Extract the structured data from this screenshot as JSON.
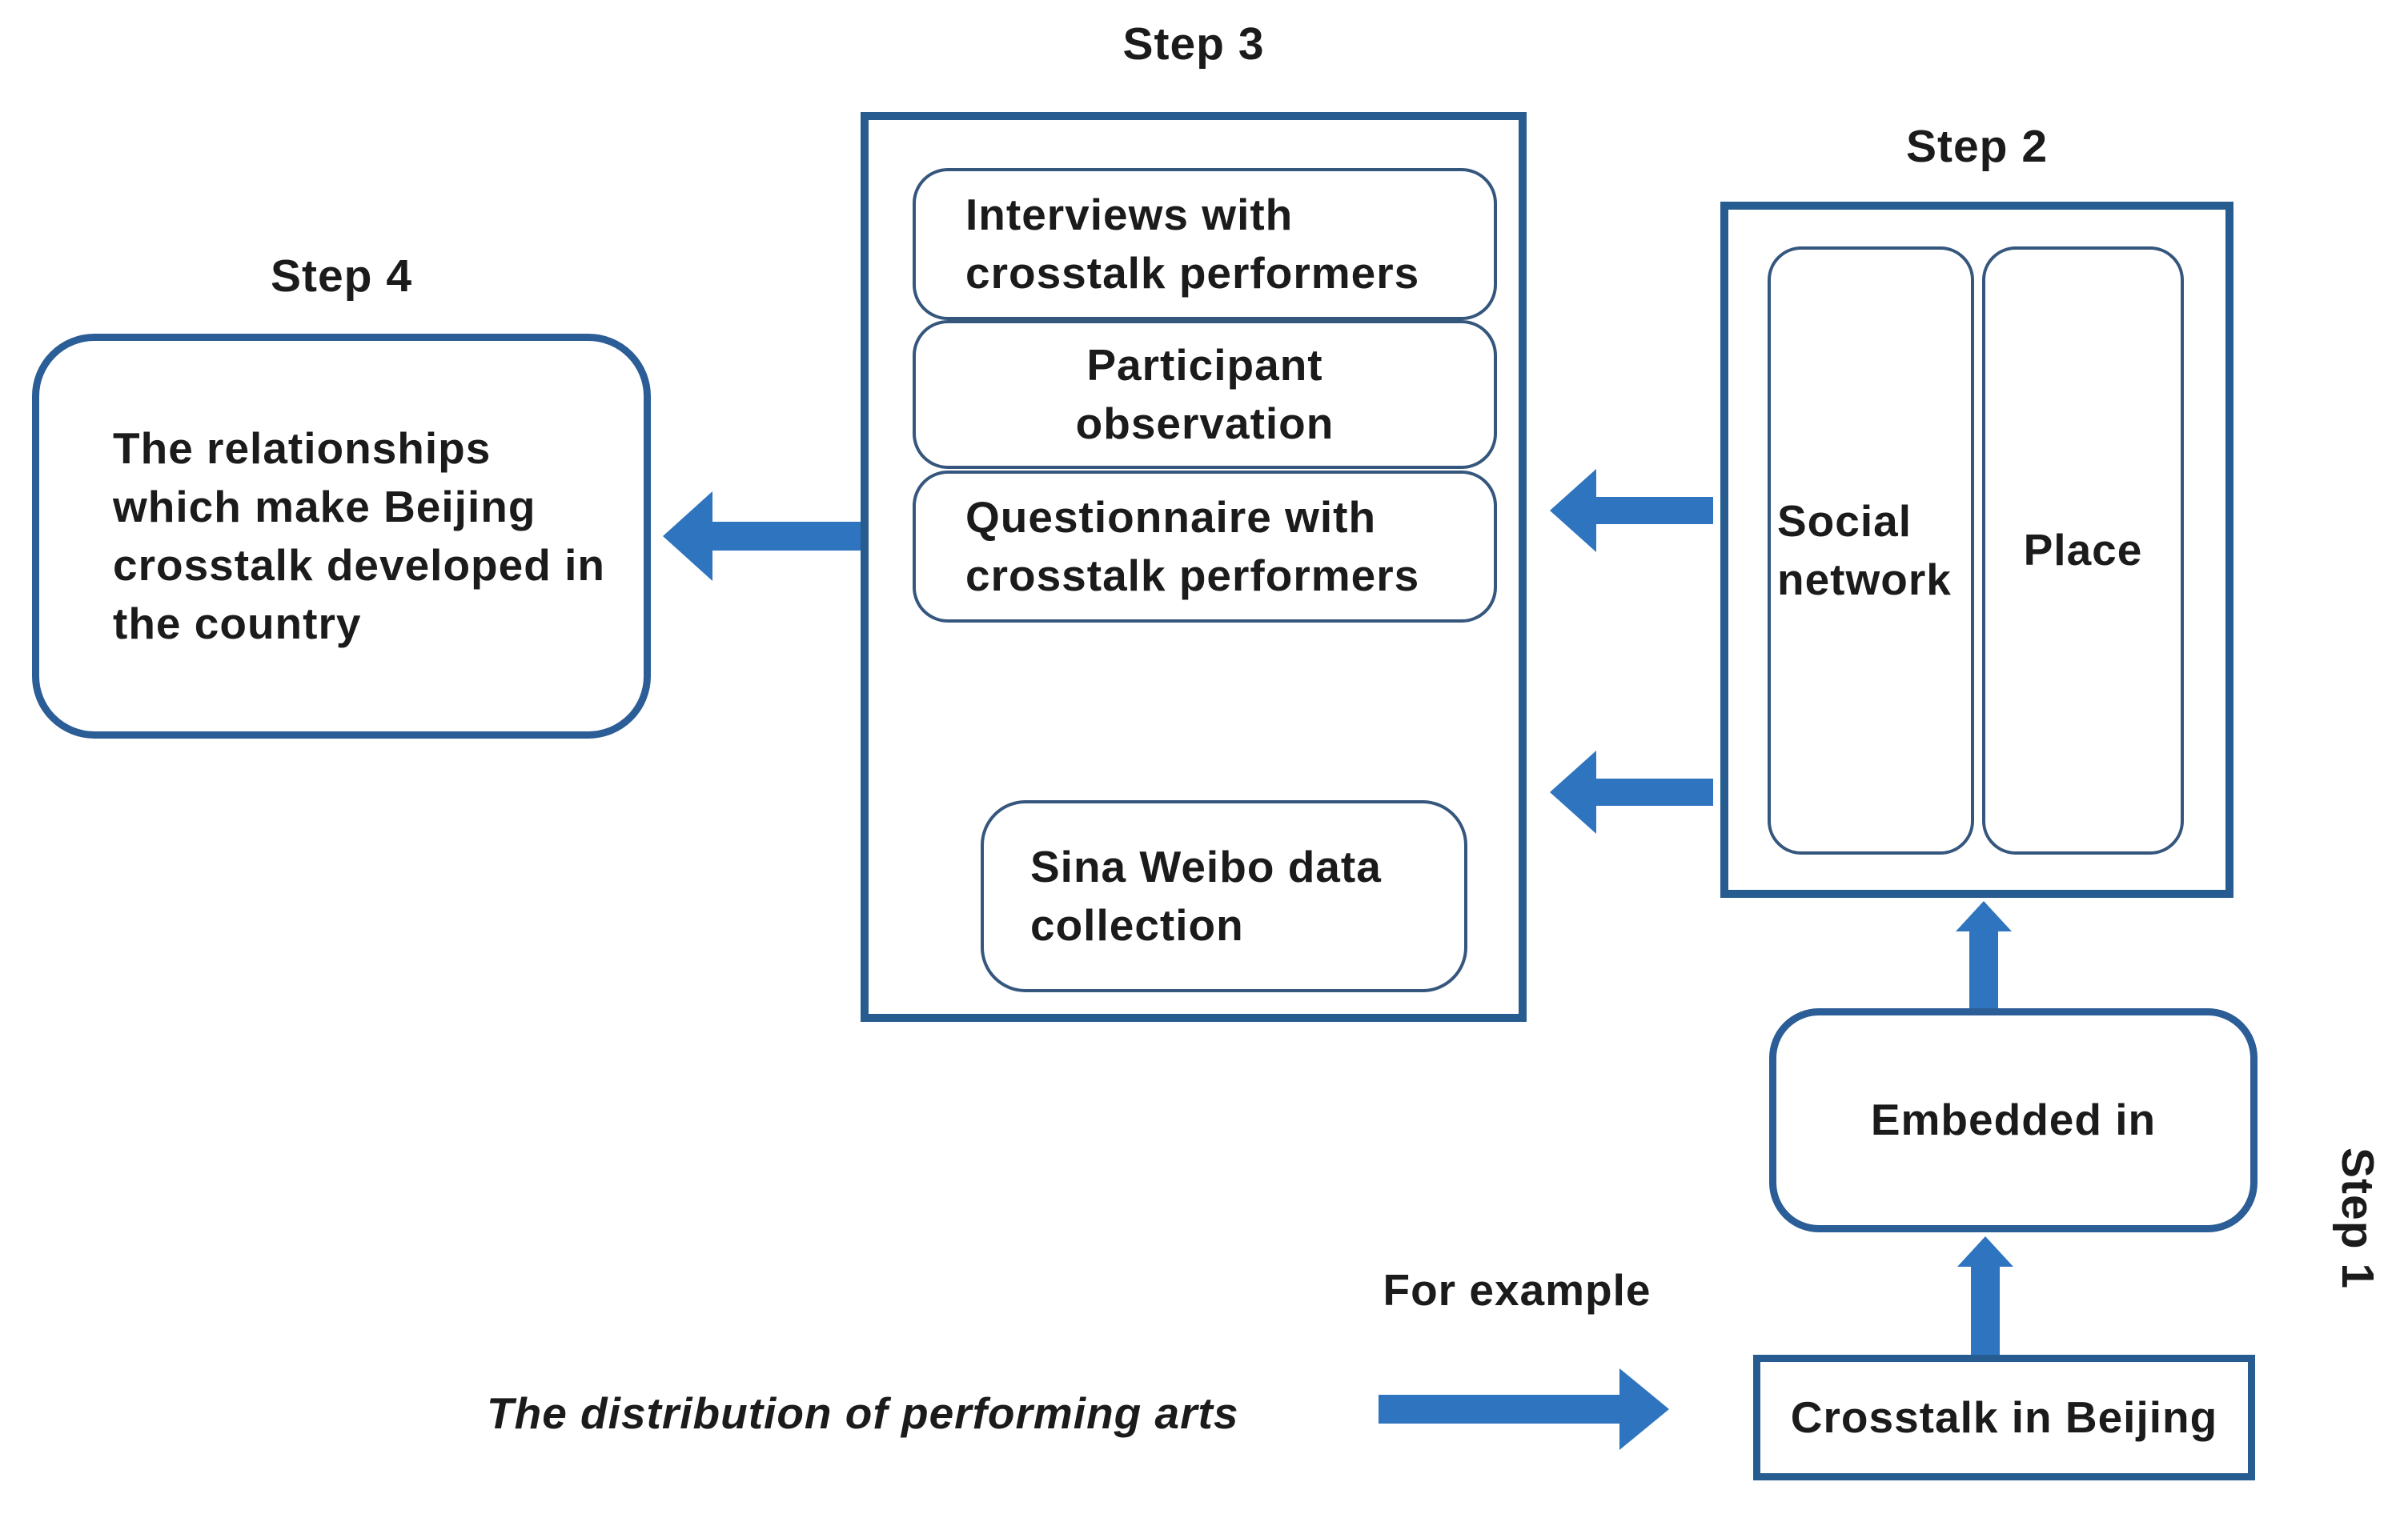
{
  "colors": {
    "arrow": "#2E74BE",
    "outer_border": "#265C8F",
    "rounded_border": "#2B5D96",
    "thin_border": "#35567D"
  },
  "steps": {
    "step1": {
      "label": "Step 1",
      "crosstalk": "Crosstalk in Beijing",
      "embedded": "Embedded in"
    },
    "step2": {
      "label": "Step 2",
      "social": "Social network",
      "place": "Place"
    },
    "step3": {
      "label": "Step 3",
      "items": [
        "Interviews with crosstalk performers",
        "Participant observation",
        "Questionnaire with crosstalk performers"
      ],
      "sina": "Sina Weibo data collection"
    },
    "step4": {
      "label": "Step 4",
      "text": "The relationships which make Beijing crosstalk developed in the country"
    }
  },
  "annotations": {
    "for_example": "For example",
    "example": "The distribution of performing arts"
  }
}
